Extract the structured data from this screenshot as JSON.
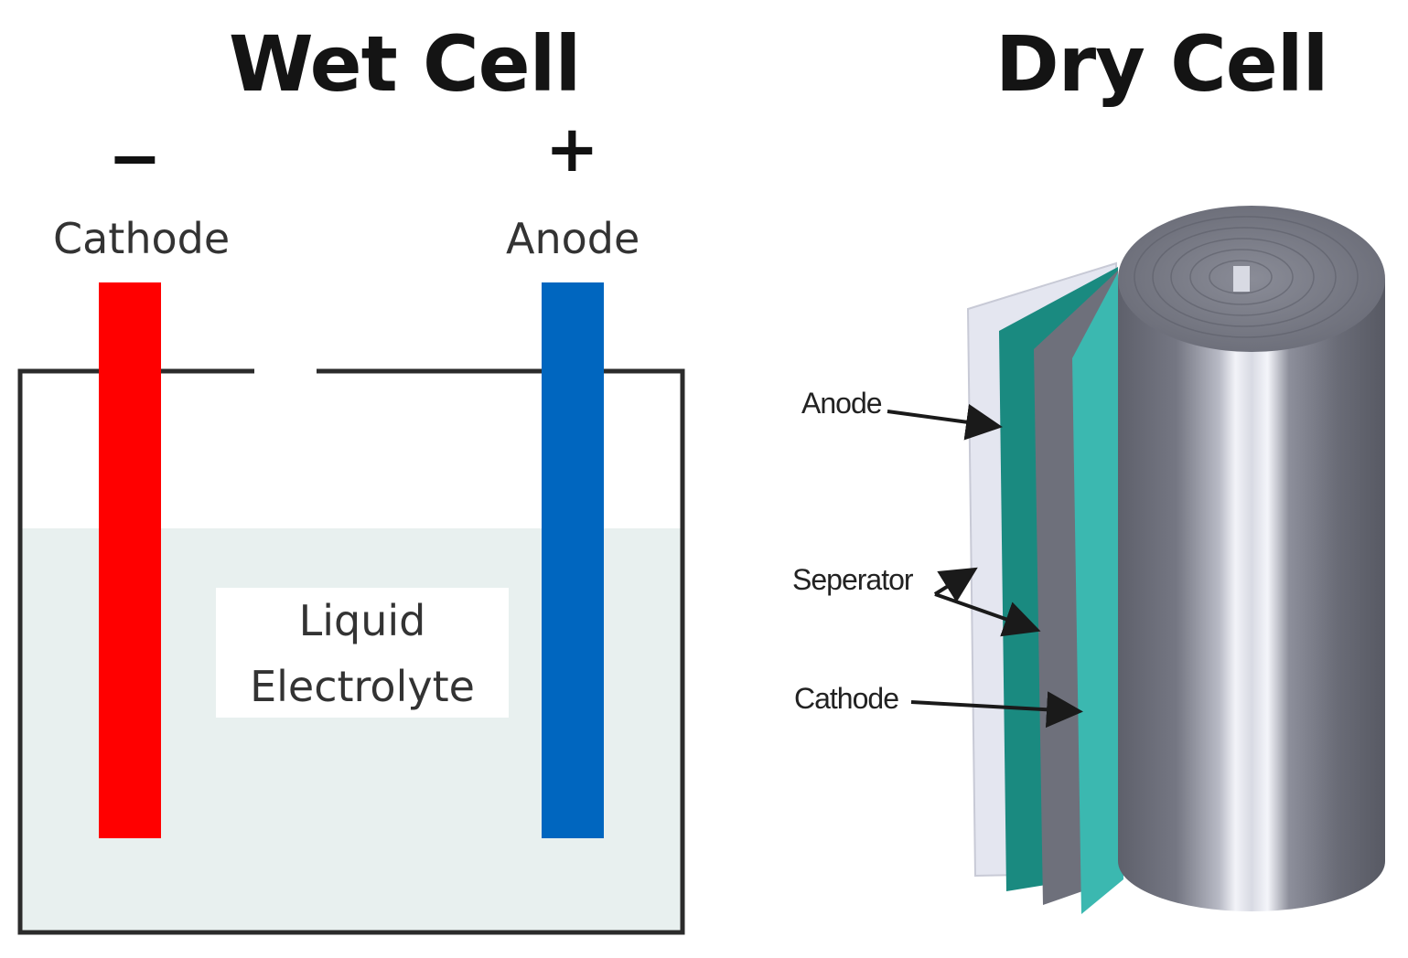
{
  "wet_cell": {
    "title": "Wet Cell",
    "cathode": {
      "sign": "−",
      "label": "Cathode",
      "color": "#ff0000"
    },
    "anode": {
      "sign": "+",
      "label": "Anode",
      "color": "#0066bf"
    },
    "electrolyte": {
      "line1": "Liquid",
      "line2": "Electrolyte",
      "color": "#e8f0ef"
    }
  },
  "dry_cell": {
    "title": "Dry Cell",
    "labels": {
      "anode": "Anode",
      "separator": "Seperator",
      "cathode": "Cathode"
    },
    "colors": {
      "roll": "#6b6d78",
      "teal": "#1a8a80",
      "teal_light": "#3bb8b0",
      "sheet": "#e4e6f0"
    }
  }
}
